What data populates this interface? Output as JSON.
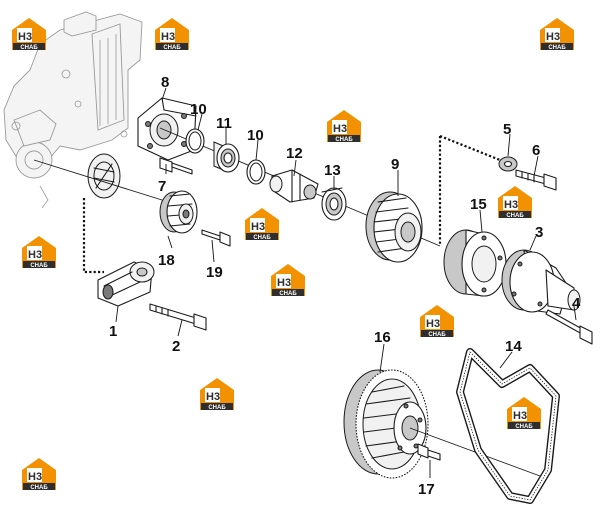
{
  "watermark": {
    "logo_text": "H3",
    "brand_text": "СНАБ",
    "colors": {
      "orange": "#f39200",
      "dark": "#2e2e2e",
      "light": "#ffffff"
    }
  },
  "callouts": [
    "1",
    "2",
    "3",
    "4",
    "5",
    "6",
    "7",
    "8",
    "9",
    "10",
    "10",
    "11",
    "12",
    "13",
    "14",
    "15",
    "16",
    "17",
    "18",
    "19"
  ]
}
